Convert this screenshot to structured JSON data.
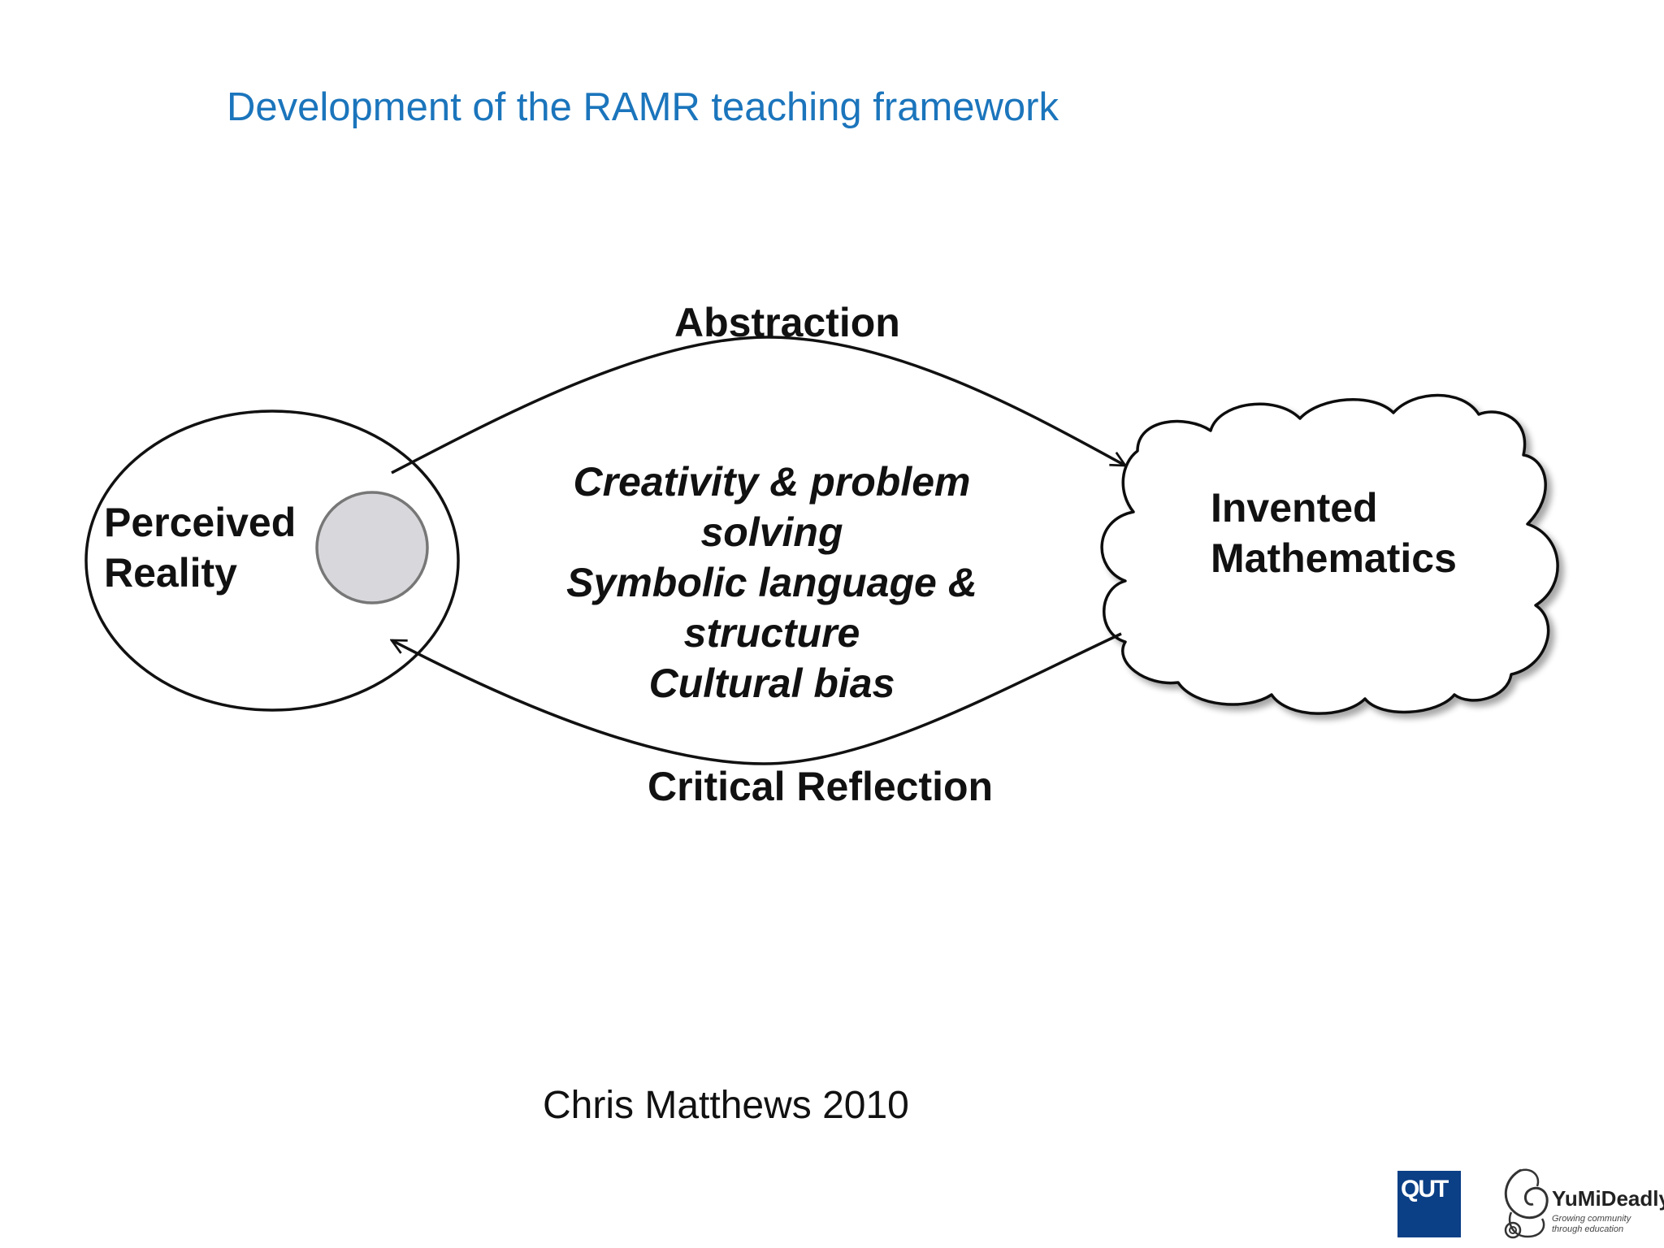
{
  "slide": {
    "title": "Development of the RAMR teaching framework",
    "credit": "Chris Matthews 2010"
  },
  "diagram": {
    "left_node": {
      "line1": "Perceived",
      "line2": "Reality"
    },
    "right_node": {
      "line1": "Invented",
      "line2": "Mathematics"
    },
    "top_arrow_label": "Abstraction",
    "bottom_arrow_label": "Critical Reflection",
    "center_lines": [
      "Creativity & problem",
      "solving",
      "Symbolic language &",
      "structure",
      "Cultural bias"
    ]
  },
  "logos": {
    "qut": "QUT",
    "yumi": "YuMiDeadly",
    "yumi_tagline": "Growing community through education"
  },
  "colors": {
    "title": "#1b75bc",
    "qut_blue": "#0b3f86",
    "inner_circle": "#d8d8dc"
  }
}
